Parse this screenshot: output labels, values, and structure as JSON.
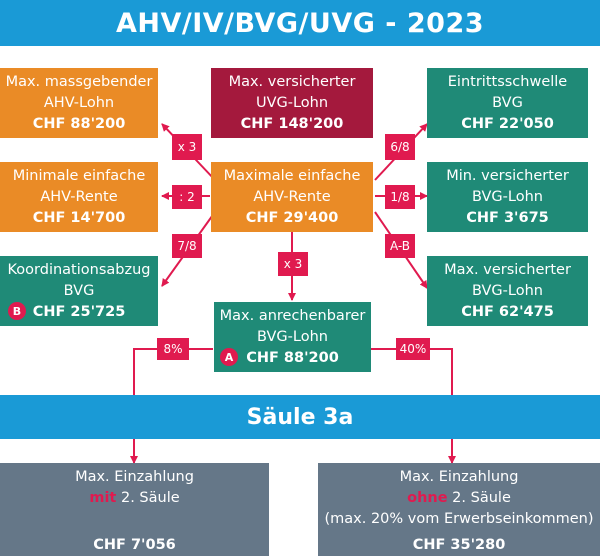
{
  "title": "AHV/IV/BVG/UVG - 2023",
  "boxes": {
    "massgebender": {
      "line1": "Max. massgebender",
      "line2": "AHV-Lohn",
      "amount": "CHF 88'200"
    },
    "uvg": {
      "line1": "Max. versicherter",
      "line2": "UVG-Lohn",
      "amount": "CHF 148'200"
    },
    "eintritt": {
      "line1": "Eintrittsschwelle",
      "line2": "BVG",
      "amount": "CHF 22'050"
    },
    "minrente": {
      "line1": "Minimale einfache",
      "line2": "AHV-Rente",
      "amount": "CHF 14'700"
    },
    "maxrente": {
      "line1": "Maximale einfache",
      "line2": "AHV-Rente",
      "amount": "CHF 29'400"
    },
    "minbvg": {
      "line1": "Min. versicherter",
      "line2": "BVG-Lohn",
      "amount": "CHF 3'675"
    },
    "koord": {
      "line1": "Koordinationsabzug",
      "line2": "BVG",
      "amount": "CHF 25'725",
      "badge": "B"
    },
    "anrechenbar": {
      "line1": "Max. anrechenbarer",
      "line2": "BVG-Lohn",
      "amount": "CHF 88'200",
      "badge": "A"
    },
    "maxbvg": {
      "line1": "Max. versicherter",
      "line2": "BVG-Lohn",
      "amount": "CHF 62'475"
    }
  },
  "factors": {
    "x3_upper": "x 3",
    "div2": ": 2",
    "f78": "7/8",
    "f68": "6/8",
    "f18": "1/8",
    "fab": "A-B",
    "x3_down": "x 3",
    "p8": "8%",
    "p40": "40%"
  },
  "saeule": "Säule 3a",
  "einzahlung_mit": {
    "line1": "Max. Einzahlung",
    "em": "mit",
    "rest": " 2. Säule",
    "amount": "CHF 7'056"
  },
  "einzahlung_ohne": {
    "line1": "Max. Einzahlung",
    "em": "ohne",
    "rest": " 2. Säule",
    "note": "(max. 20% vom Erwerbseinkommen)",
    "amount": "CHF 35'280"
  },
  "colors": {
    "banner": "#1a9ad6",
    "orange": "#ea8b26",
    "teal": "#1f8a77",
    "red": "#a4193d",
    "grey": "#657788",
    "accent": "#e01a4f"
  }
}
